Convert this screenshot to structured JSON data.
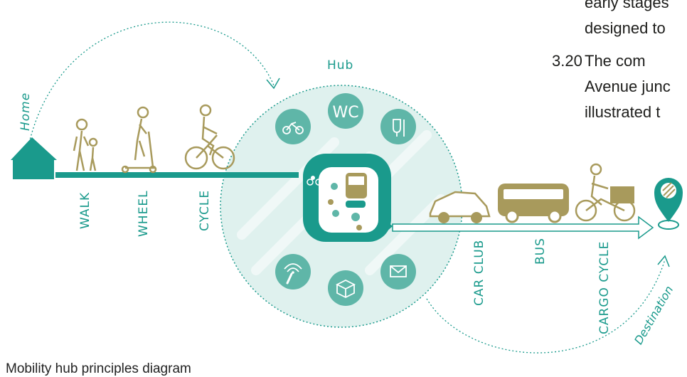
{
  "body_text": {
    "line1": "early stages",
    "line2": "designed to",
    "para_number": "3.20",
    "line3": "The  com",
    "line4": "Avenue junc",
    "line5": "illustrated t"
  },
  "diagram": {
    "home_label": "Home",
    "hub_label": "Hub",
    "destination_label": "Destination",
    "wc_label": "WC",
    "first_mile_modes": [
      "WALK",
      "WHEEL",
      "CYCLE"
    ],
    "onward_modes": [
      "CAR CLUB",
      "BUS",
      "CARGO CYCLE"
    ]
  },
  "caption": "Mobility hub principles diagram",
  "colors": {
    "teal": "#1a9a8c",
    "light_teal": "#dff1ee",
    "mid_teal": "#5fb6a8",
    "olive": "#a89a5c"
  }
}
